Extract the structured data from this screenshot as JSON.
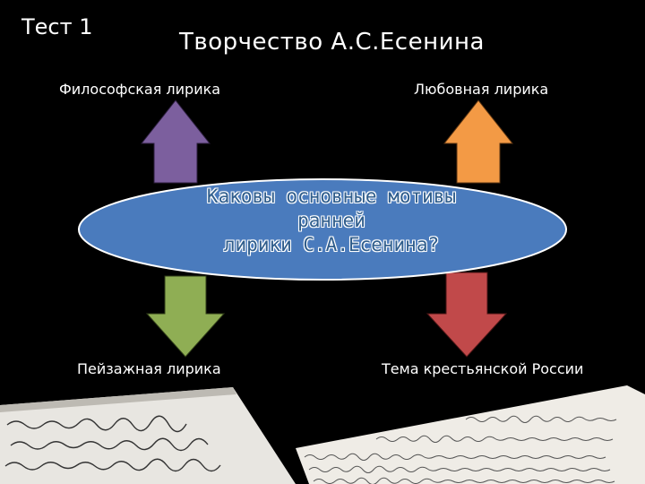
{
  "slide": {
    "test_label": "Тест 1",
    "title": "Творчество А.С.Есенина"
  },
  "diagram": {
    "center_question_lines": [
      "Каковы основные мотивы",
      "ранней",
      "лирики С.А.Есенина?"
    ],
    "branches": [
      {
        "label": "Философская лирика",
        "color": "#7c5f9e"
      },
      {
        "label": "Любовная лирика",
        "color": "#f39a45"
      },
      {
        "label": "Пейзажная лирика",
        "color": "#8fae54"
      },
      {
        "label": "Тема крестьянской России",
        "color": "#c1494a"
      }
    ],
    "center_color": "#4a7bbd"
  },
  "decorations": {
    "manuscript_images": [
      "handwritten-letter-left",
      "handwritten-letter-right"
    ]
  }
}
